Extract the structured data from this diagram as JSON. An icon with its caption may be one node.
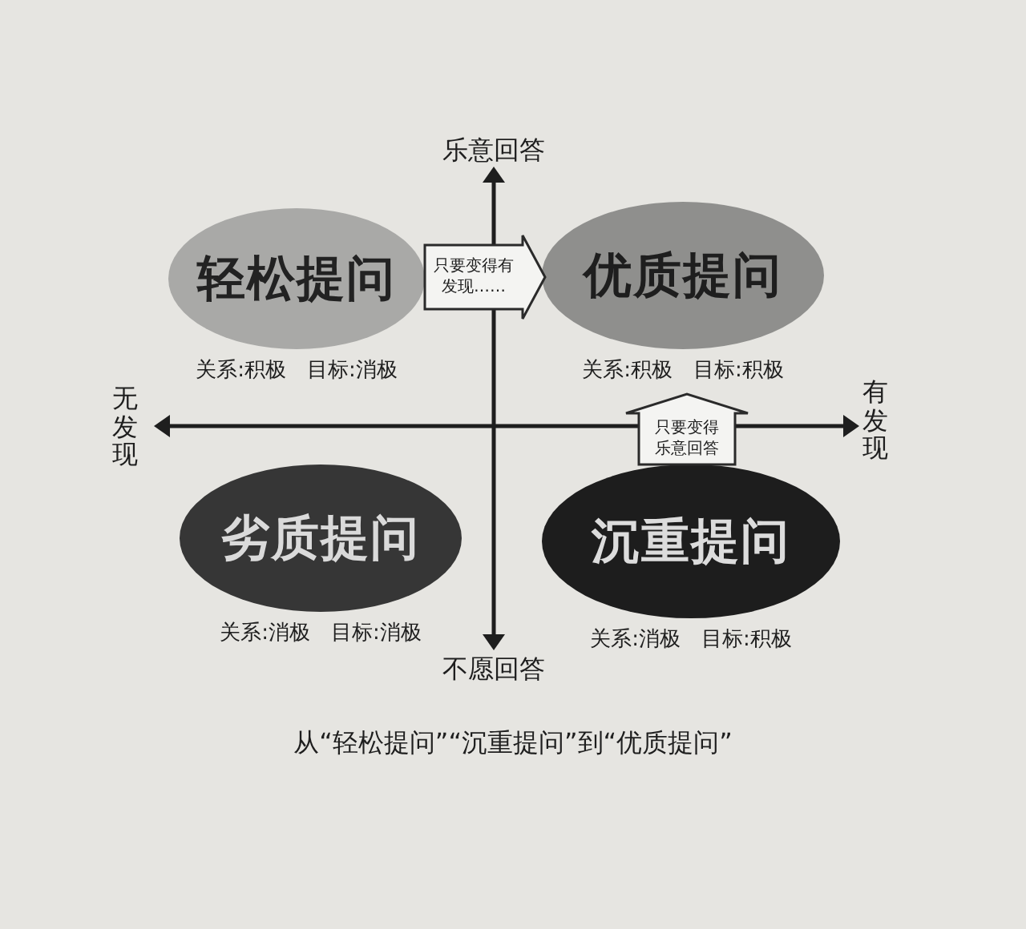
{
  "diagram": {
    "caption": "从“轻松提问”“沉重提问”到“优质提问”",
    "nodes": [
      {
        "text": [
          "轻松提问"
        ],
        "beside": [
          "关系:积极　目标:消极"
        ]
      },
      {
        "text": [
          "优质提问"
        ],
        "beside": [
          "关系:积极　目标:积极"
        ]
      },
      {
        "text": [
          "劣质提问"
        ],
        "beside": [
          "关系:消极　目标:消极"
        ]
      },
      {
        "text": [
          "沉重提问"
        ],
        "beside": [
          "关系:消极　目标:积极"
        ]
      }
    ],
    "edges": [
      {
        "from": 0,
        "to": 1,
        "arrow": "to",
        "label": "只要变得有发现……"
      },
      {
        "from": 3,
        "to": 1,
        "arrow": "to",
        "label": "只要变得乐意回答"
      }
    ],
    "labels": [
      "乐意回答",
      "无发现",
      "有发现",
      "不愿回答"
    ]
  }
}
